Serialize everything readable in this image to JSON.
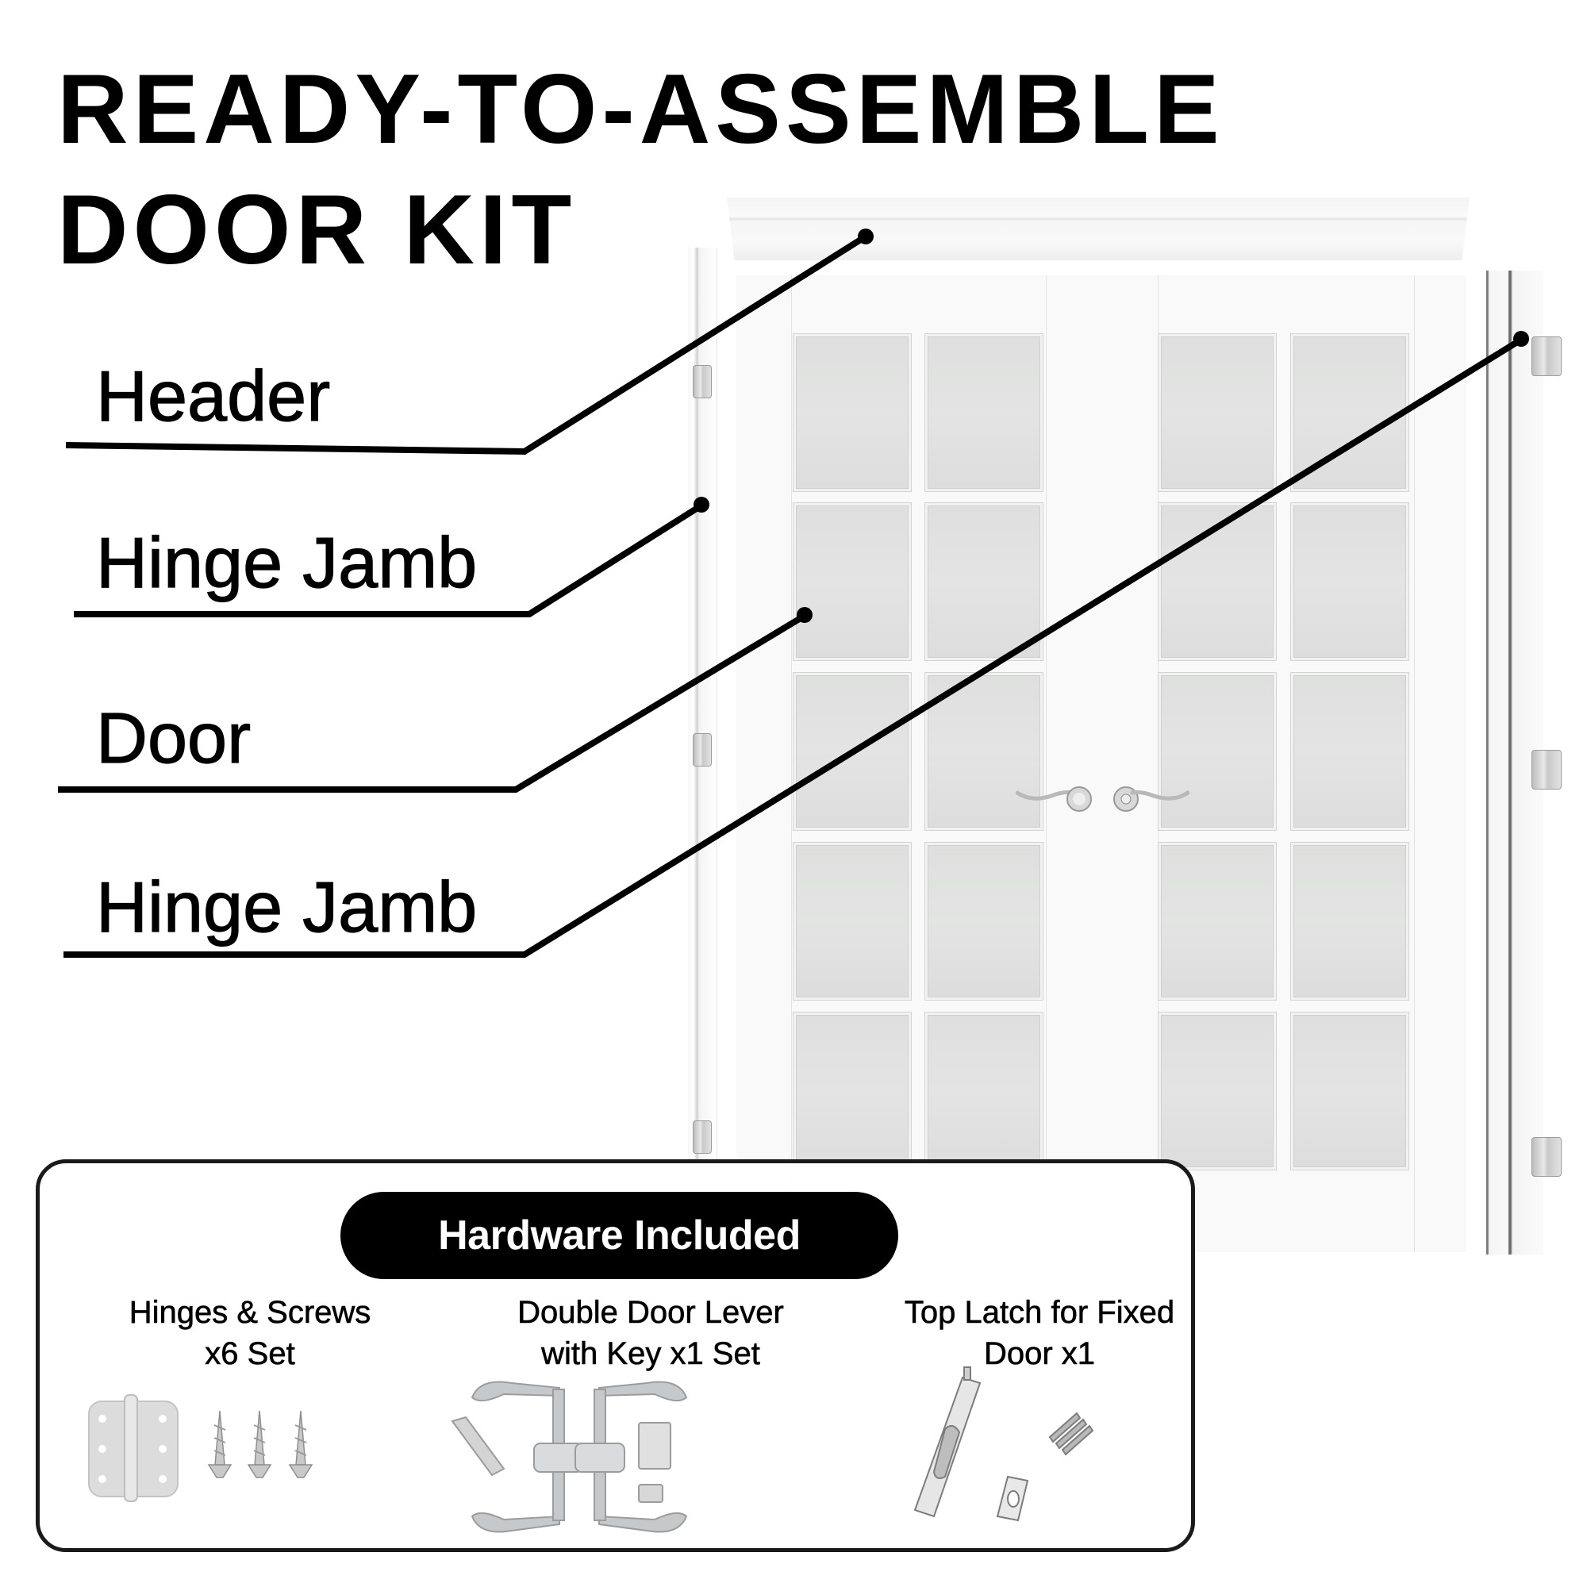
{
  "title": {
    "line1": "READY-TO-ASSEMBLE",
    "line2": "DOOR KIT"
  },
  "callouts": [
    {
      "label": "Header",
      "target": "header-molding"
    },
    {
      "label": "Hinge Jamb",
      "target": "left-hinge-jamb"
    },
    {
      "label": "Door",
      "target": "double-door"
    },
    {
      "label": "Hinge Jamb",
      "target": "right-hinge-jamb"
    }
  ],
  "hardware": {
    "heading": "Hardware Included",
    "items": [
      {
        "line1": "Hinges & Screws",
        "line2": "x6 Set",
        "icon": "hinge-and-screws-icon"
      },
      {
        "line1": "Double Door Lever",
        "line2": "with Key x1 Set",
        "icon": "door-lever-set-icon"
      },
      {
        "line1": "Top Latch for Fixed",
        "line2": "Door x1",
        "icon": "flush-bolt-latch-icon"
      }
    ]
  },
  "colors": {
    "text": "#000000",
    "pill_bg": "#000000",
    "pill_text": "#ffffff",
    "box_border": "#1a1a1a",
    "glass": "#dfe0df",
    "door_white": "#f9f9f9",
    "metal": "#c8c8c8"
  }
}
